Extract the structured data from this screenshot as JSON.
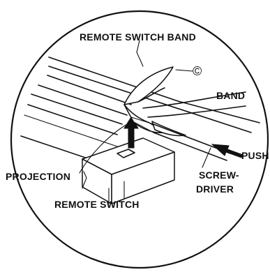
{
  "labels": {
    "remote_switch_band": "REMOTE SWITCH BAND",
    "circle_c": "©",
    "band": "BAND",
    "push": "PUSH",
    "projection": "PROJECTION",
    "screwdriver_line1": "SCREW-",
    "screwdriver_line2": "DRIVER",
    "remote_switch": "REMOTE SWITCH"
  },
  "colors": {
    "ink": "#111111",
    "paper": "#ffffff"
  }
}
